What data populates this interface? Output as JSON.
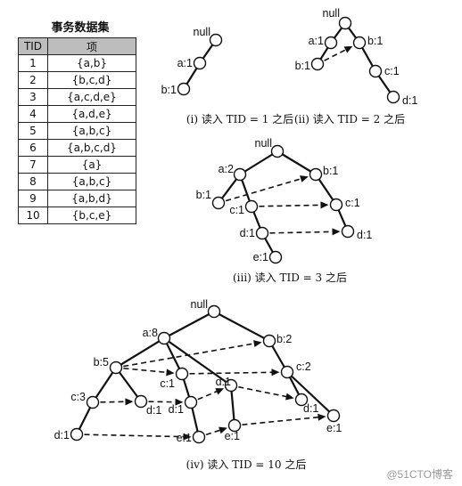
{
  "table": {
    "title": "事务数据集",
    "headers": [
      "TID",
      "项"
    ],
    "rows": [
      {
        "tid": "1",
        "items": "{a,b}"
      },
      {
        "tid": "2",
        "items": "{b,c,d}"
      },
      {
        "tid": "3",
        "items": "{a,c,d,e}"
      },
      {
        "tid": "4",
        "items": "{a,d,e}"
      },
      {
        "tid": "5",
        "items": "{a,b,c}"
      },
      {
        "tid": "6",
        "items": "{a,b,c,d}"
      },
      {
        "tid": "7",
        "items": "{a}"
      },
      {
        "tid": "8",
        "items": "{a,b,c}"
      },
      {
        "tid": "9",
        "items": "{a,b,d}"
      },
      {
        "tid": "10",
        "items": "{b,c,e}"
      }
    ]
  },
  "trees": [
    {
      "caption": "(i) 读入 TID = 1 之后",
      "nodes": [
        {
          "id": "null",
          "label": "null"
        },
        {
          "id": "a",
          "label": "a:1"
        },
        {
          "id": "b",
          "label": "b:1"
        }
      ]
    },
    {
      "caption": "(ii) 读入 TID = 2 之后",
      "nodes": [
        {
          "id": "null",
          "label": "null"
        },
        {
          "id": "a",
          "label": "a:1"
        },
        {
          "id": "ab",
          "label": "b:1"
        },
        {
          "id": "b",
          "label": "b:1"
        },
        {
          "id": "c",
          "label": "c:1"
        },
        {
          "id": "d",
          "label": "d:1"
        }
      ]
    },
    {
      "caption": "(iii) 读入 TID = 3 之后",
      "nodes": [
        {
          "id": "null",
          "label": "null"
        },
        {
          "id": "a",
          "label": "a:2"
        },
        {
          "id": "ab",
          "label": "b:1"
        },
        {
          "id": "ac",
          "label": "c:1"
        },
        {
          "id": "acd",
          "label": "d:1"
        },
        {
          "id": "acde",
          "label": "e:1"
        },
        {
          "id": "b",
          "label": "b:1"
        },
        {
          "id": "bc",
          "label": "c:1"
        },
        {
          "id": "bcd",
          "label": "d:1"
        }
      ]
    },
    {
      "caption": "(iv) 读入 TID = 10 之后",
      "nodes": [
        {
          "id": "null",
          "label": "null"
        },
        {
          "id": "a",
          "label": "a:8"
        },
        {
          "id": "ab",
          "label": "b:5"
        },
        {
          "id": "abc",
          "label": "c:3"
        },
        {
          "id": "abcd",
          "label": "d:1"
        },
        {
          "id": "abd",
          "label": "d:1"
        },
        {
          "id": "ac",
          "label": "c:1"
        },
        {
          "id": "acd",
          "label": "d:1"
        },
        {
          "id": "acde",
          "label": "e:1"
        },
        {
          "id": "ad",
          "label": "d:1"
        },
        {
          "id": "ade",
          "label": "e:1"
        },
        {
          "id": "b",
          "label": "b:2"
        },
        {
          "id": "bc",
          "label": "c:2"
        },
        {
          "id": "bcd",
          "label": "d:1"
        },
        {
          "id": "bce",
          "label": "e:1"
        }
      ]
    }
  ],
  "watermark": "@51CTO博客"
}
